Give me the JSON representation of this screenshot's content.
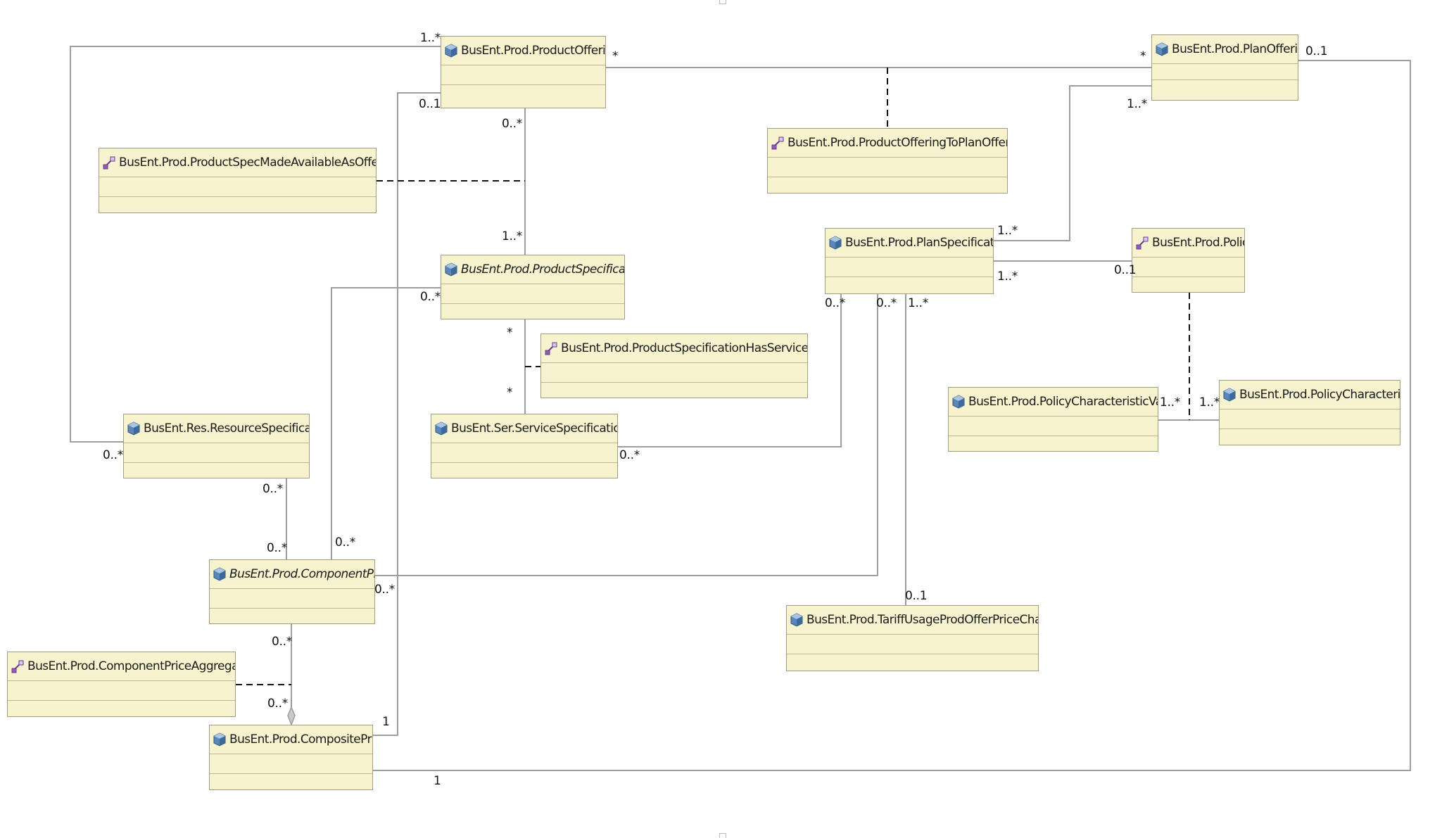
{
  "classes": [
    {
      "id": "product-offering",
      "label": "BusEnt.Prod.ProductOffering",
      "icon": "class-icon",
      "abstract": false
    },
    {
      "id": "plan-offering",
      "label": "BusEnt.Prod.PlanOffering",
      "icon": "class-icon",
      "abstract": false
    },
    {
      "id": "product-offering-to-plan-offering",
      "label": "BusEnt.Prod.ProductOfferingToPlanOfferi...",
      "icon": "association-class-icon",
      "abstract": false
    },
    {
      "id": "product-spec-made-available",
      "label": "BusEnt.Prod.ProductSpecMadeAvailableAsOffering",
      "icon": "association-class-icon",
      "abstract": false
    },
    {
      "id": "product-specification",
      "label": "BusEnt.Prod.ProductSpecification",
      "icon": "class-icon",
      "abstract": true
    },
    {
      "id": "plan-specification",
      "label": "BusEnt.Prod.PlanSpecification",
      "icon": "class-icon",
      "abstract": false
    },
    {
      "id": "policy",
      "label": "BusEnt.Prod.Policy",
      "icon": "association-class-icon",
      "abstract": false
    },
    {
      "id": "product-spec-has-service-spec",
      "label": "BusEnt.Prod.ProductSpecificationHasServiceSpec",
      "icon": "association-class-icon",
      "abstract": false
    },
    {
      "id": "resource-specification",
      "label": "BusEnt.Res.ResourceSpecification",
      "icon": "class-icon",
      "abstract": false
    },
    {
      "id": "service-specification",
      "label": "BusEnt.Ser.ServiceSpecification",
      "icon": "class-icon",
      "abstract": false
    },
    {
      "id": "policy-characteristic-value",
      "label": "BusEnt.Prod.PolicyCharacteristicValue",
      "icon": "class-icon",
      "abstract": false
    },
    {
      "id": "policy-characteristic",
      "label": "BusEnt.Prod.PolicyCharacteristic",
      "icon": "class-icon",
      "abstract": false
    },
    {
      "id": "component-price",
      "label": "BusEnt.Prod.ComponentPrice",
      "icon": "class-icon",
      "abstract": true
    },
    {
      "id": "tariff-usage-charge",
      "label": "BusEnt.Prod.TariffUsageProdOfferPriceCharge",
      "icon": "class-icon",
      "abstract": false
    },
    {
      "id": "component-price-aggregates",
      "label": "BusEnt.Prod.ComponentPriceAggregates",
      "icon": "association-class-icon",
      "abstract": false
    },
    {
      "id": "composite-price",
      "label": "BusEnt.Prod.CompositePrice",
      "icon": "class-icon",
      "abstract": false
    }
  ],
  "multiplicities": [
    "1..*",
    "*",
    "0..1",
    "0..*",
    "*",
    "0..1",
    "1..*",
    "1..*",
    "0..*",
    "1..*",
    "1..*",
    "0..1",
    "0..*",
    "0..*",
    "1..*",
    "*",
    "*",
    "0..*",
    "0..*",
    "0..*",
    "0..*",
    "1..*",
    "1..*",
    "0..*",
    "0..*",
    "0..1",
    "0..*",
    "0..*",
    "1"
  ],
  "colors": {
    "class_fill": "#f7f3cf",
    "class_border": "#a39c80",
    "line": "#9e9e9e",
    "dashed_line": "#111111",
    "icon_blue": "#5b86b7"
  }
}
